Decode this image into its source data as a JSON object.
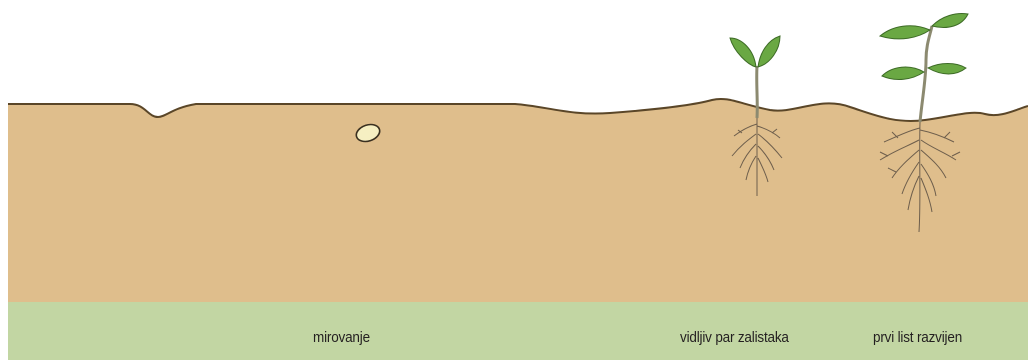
{
  "stages": [
    {
      "label": "mirovanje"
    },
    {
      "label": "vidljiv par zalistaka"
    },
    {
      "label": "prvi list razvijen"
    }
  ],
  "colors": {
    "soil": "#dfbe8c",
    "soil_outline": "#5a4628",
    "label_band": "#c2d6a3",
    "seed": "#f6efc2",
    "leaf": "#6aa843",
    "stem": "#8c8a70",
    "root": "#6d5e4c",
    "text": "#231f20"
  }
}
